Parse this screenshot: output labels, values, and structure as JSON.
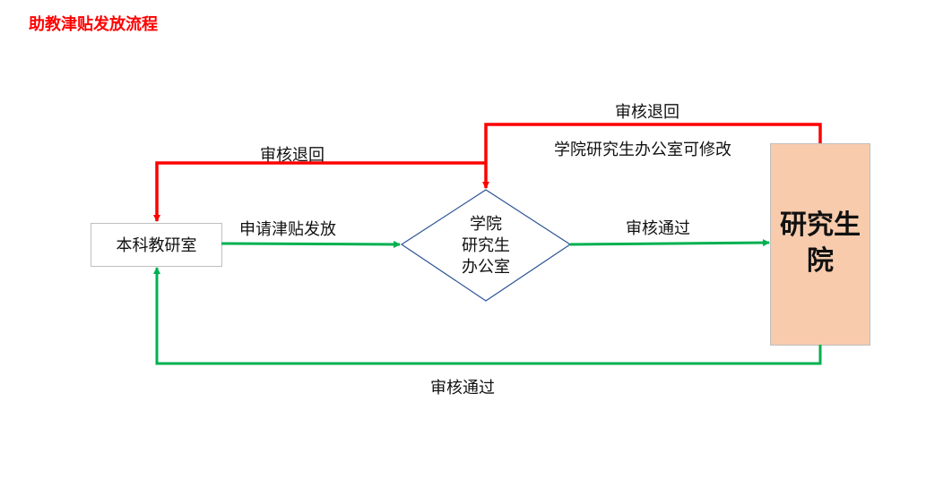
{
  "title": "助教津贴发放流程",
  "nodes": {
    "dept": "本科教研室",
    "office_lines": [
      "学院",
      "研究生",
      "办公室"
    ],
    "grad_school_lines": [
      "研究生",
      "院"
    ]
  },
  "edges": {
    "apply": "申请津贴发放",
    "return_to_dept": "审核退回",
    "office_approve": "审核通过",
    "return_to_office": "审核退回",
    "office_can_modify": "学院研究生办公室可修改",
    "final_approve": "审核通过"
  },
  "colors": {
    "reject": "#ff0000",
    "approve": "#00b050",
    "grad_fill": "#f8cbad",
    "diamond_stroke": "#2f5597"
  }
}
